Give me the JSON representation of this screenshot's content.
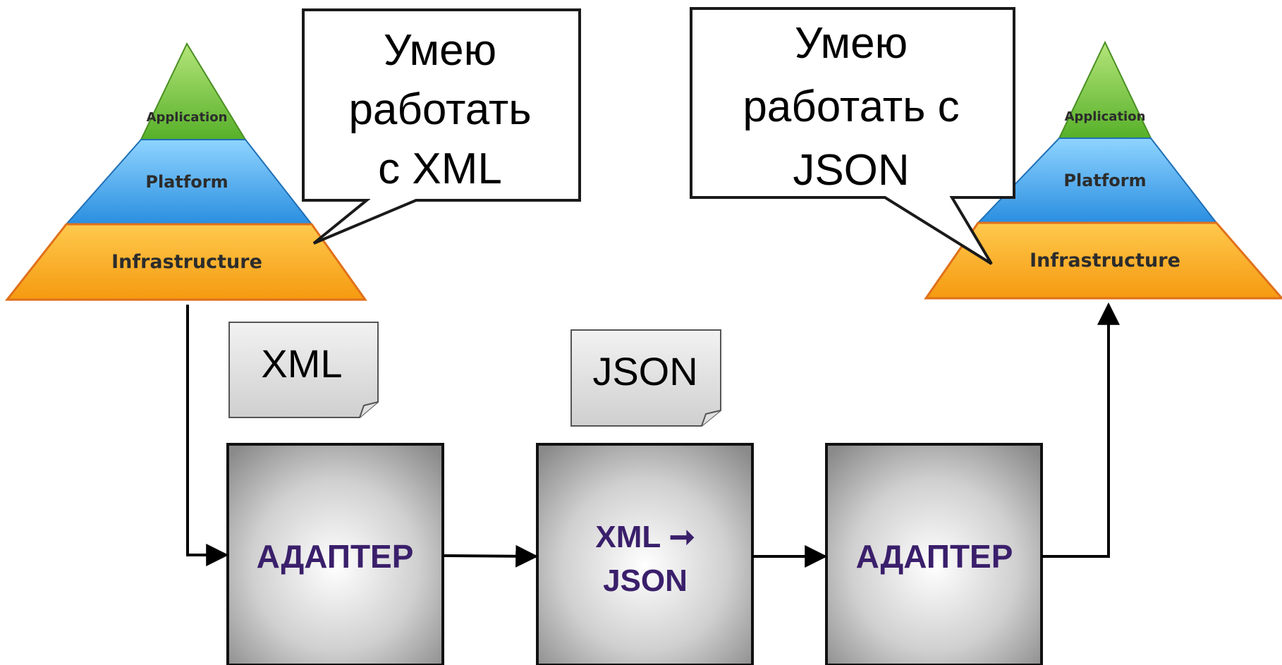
{
  "colors": {
    "application_fill": "#7ac943",
    "platform_fill": "#3fa9f5",
    "infrastructure_fill": "#f7a21b",
    "box_text": "#3a1f6b",
    "line": "#000000"
  },
  "left_pyramid": {
    "layers": [
      "Application",
      "Platform",
      "Infrastructure"
    ]
  },
  "right_pyramid": {
    "layers": [
      "Application",
      "Platform",
      "Infrastructure"
    ]
  },
  "left_bubble": {
    "lines": [
      "Умею",
      "работать",
      "с XML"
    ]
  },
  "right_bubble": {
    "lines": [
      "Умею",
      "работать с",
      "JSON"
    ]
  },
  "documents": {
    "xml_doc": "XML",
    "json_doc": "JSON"
  },
  "boxes": {
    "adapter_left": [
      "АДАПТЕР"
    ],
    "converter": [
      "XML ➞",
      "JSON"
    ],
    "adapter_right": [
      "АДАПТЕР"
    ]
  }
}
